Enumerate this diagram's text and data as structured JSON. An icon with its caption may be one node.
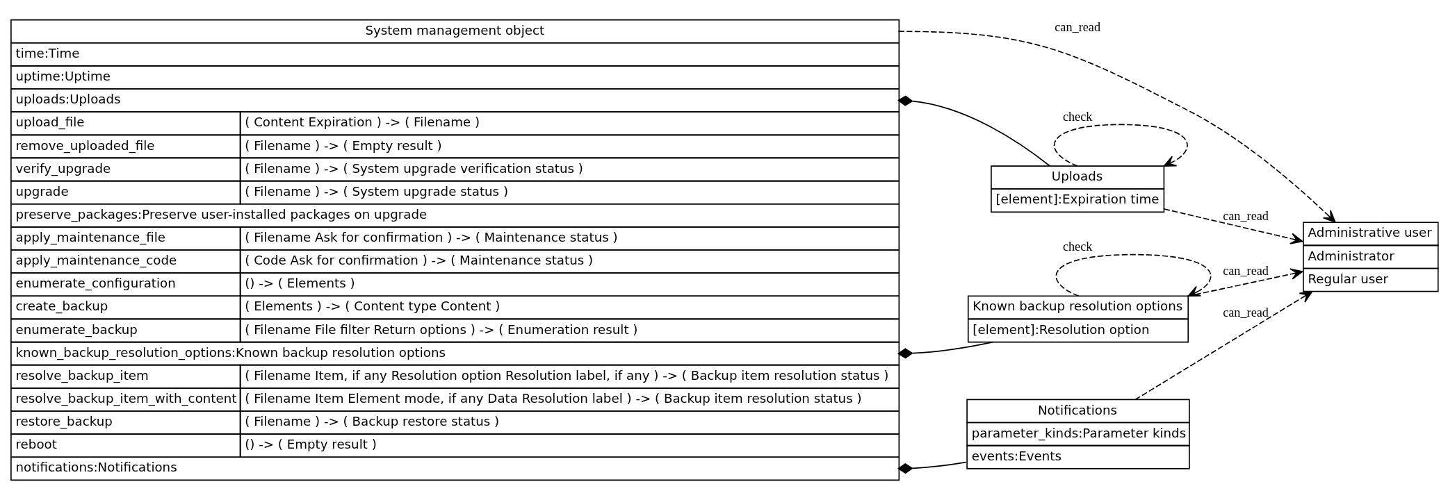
{
  "diagram": {
    "nodes": [
      {
        "text": [
          "System management object",
          "time:Time",
          "uptime:Uptime",
          "uploads:Uploads",
          "upload_file",
          "( Content Expiration ) -> ( Filename )",
          "remove_uploaded_file",
          "( Filename ) -> ( Empty result )",
          "verify_upgrade",
          "( Filename ) -> ( System upgrade verification status )",
          "upgrade",
          "( Filename ) -> ( System upgrade status )",
          "preserve_packages:Preserve user-installed packages on upgrade",
          "apply_maintenance_file",
          "( Filename Ask for confirmation ) -> ( Maintenance status )",
          "apply_maintenance_code",
          "( Code Ask for confirmation ) -> ( Maintenance status )",
          "enumerate_configuration",
          "() -> ( Elements )",
          "create_backup",
          "( Elements ) -> ( Content type Content )",
          "enumerate_backup",
          "( Filename File filter Return options ) -> ( Enumeration result )",
          "known_backup_resolution_options:Known backup resolution options",
          "resolve_backup_item",
          "( Filename Item, if any Resolution option Resolution label, if any ) -> ( Backup item resolution status )",
          "resolve_backup_item_with_content",
          "( Filename Item Element mode, if any Data Resolution label ) -> ( Backup item resolution status )",
          "restore_backup",
          "( Filename ) -> ( Backup restore status )",
          "reboot",
          "() -> ( Empty result )",
          "notifications:Notifications"
        ]
      },
      {
        "text": [
          "Uploads",
          "[element]:Expiration time"
        ]
      },
      {
        "text": [
          "Known backup resolution options",
          "[element]:Resolution option"
        ]
      },
      {
        "text": [
          "Notifications",
          "parameter_kinds:Parameter kinds",
          "events:Events"
        ]
      },
      {
        "text": [
          "Administrative user",
          "Administrator",
          "Regular user"
        ]
      }
    ],
    "edges": [
      {
        "from": 0,
        "to": 4,
        "arrow": "to",
        "label": "can_read",
        "style": "dashed"
      },
      {
        "from": 0,
        "to": 1,
        "arrow": "other"
      },
      {
        "from": 1,
        "to": 1,
        "arrow": "to",
        "label": "check",
        "style": "dashed"
      },
      {
        "from": 1,
        "to": 4,
        "arrow": "to",
        "label": "can_read",
        "style": "dashed"
      },
      {
        "from": 0,
        "to": 2,
        "arrow": "other"
      },
      {
        "from": 2,
        "to": 2,
        "arrow": "to",
        "label": "check",
        "style": "dashed"
      },
      {
        "from": 2,
        "to": 4,
        "arrow": "to",
        "label": "can_read",
        "style": "dashed"
      },
      {
        "from": 0,
        "to": 3,
        "arrow": "other"
      },
      {
        "from": 3,
        "to": 4,
        "arrow": "to",
        "label": "can_read",
        "style": "dashed"
      }
    ]
  }
}
